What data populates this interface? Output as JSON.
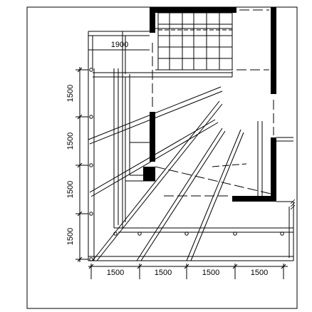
{
  "drawing": {
    "kind": "cad-plan-scaffold-corner",
    "colors": {
      "line": "#000000",
      "wall": "#000000",
      "background": "#ffffff"
    },
    "top_dimension": "1900",
    "bottom_dimensions": [
      "1500",
      "1500",
      "1500",
      "1500"
    ],
    "left_dimensions": [
      "1500",
      "1500",
      "1500",
      "1500"
    ],
    "features": [
      "outer-frame",
      "thick-walls",
      "dashed-edges",
      "window-grid",
      "radiating-braces",
      "dimension-chains"
    ]
  }
}
